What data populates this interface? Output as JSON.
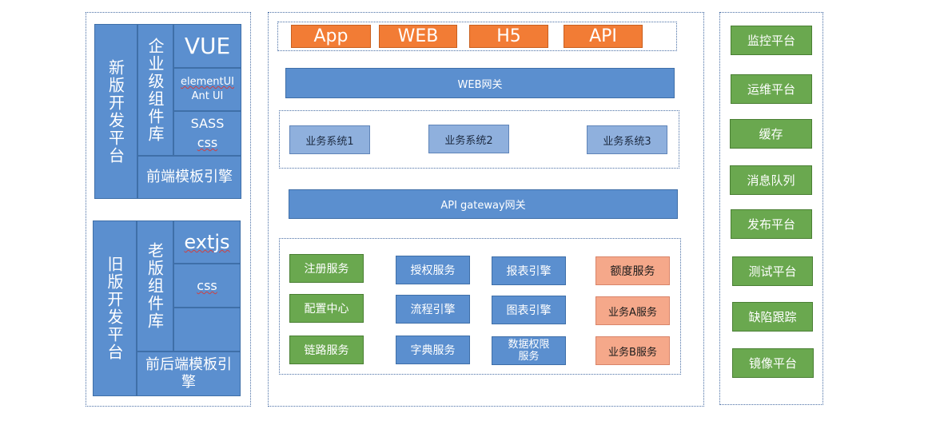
{
  "left": {
    "new_platform": {
      "title": "新版开发平台",
      "component_lib": "企业级组件库",
      "vue": "VUE",
      "ui_libs_1": "elementUI",
      "ui_libs_2": "Ant UI",
      "sass": "SASS",
      "css": "css",
      "template_engine": "前端模板引擎"
    },
    "old_platform": {
      "title": "旧版开发平台",
      "component_lib": "老版组件库",
      "extjs": "extjs",
      "css": "css",
      "template_engine": "前后端模板引擎"
    }
  },
  "middle": {
    "clients": [
      "App",
      "WEB",
      "H5",
      "API"
    ],
    "web_gateway": "WEB网关",
    "business_systems": [
      "业务系统1",
      "业务系统2",
      "业务系统3"
    ],
    "api_gateway": "API gateway网关",
    "services": {
      "col1": [
        "注册服务",
        "配置中心",
        "链路服务"
      ],
      "col2": [
        "授权服务",
        "流程引擎",
        "字典服务"
      ],
      "col3": [
        "报表引擎",
        "图表引擎",
        "数据权限服务"
      ],
      "col4": [
        "额度服务",
        "业务A服务",
        "业务B服务"
      ]
    }
  },
  "right": {
    "platforms": [
      "监控平台",
      "运维平台",
      "缓存",
      "消息队列",
      "发布平台",
      "测试平台",
      "缺陷跟踪",
      "镜像平台"
    ]
  },
  "colors": {
    "blue": "#5b8fcf",
    "orange": "#f27c35",
    "salmon": "#f5a88a",
    "green": "#6aa84f"
  }
}
